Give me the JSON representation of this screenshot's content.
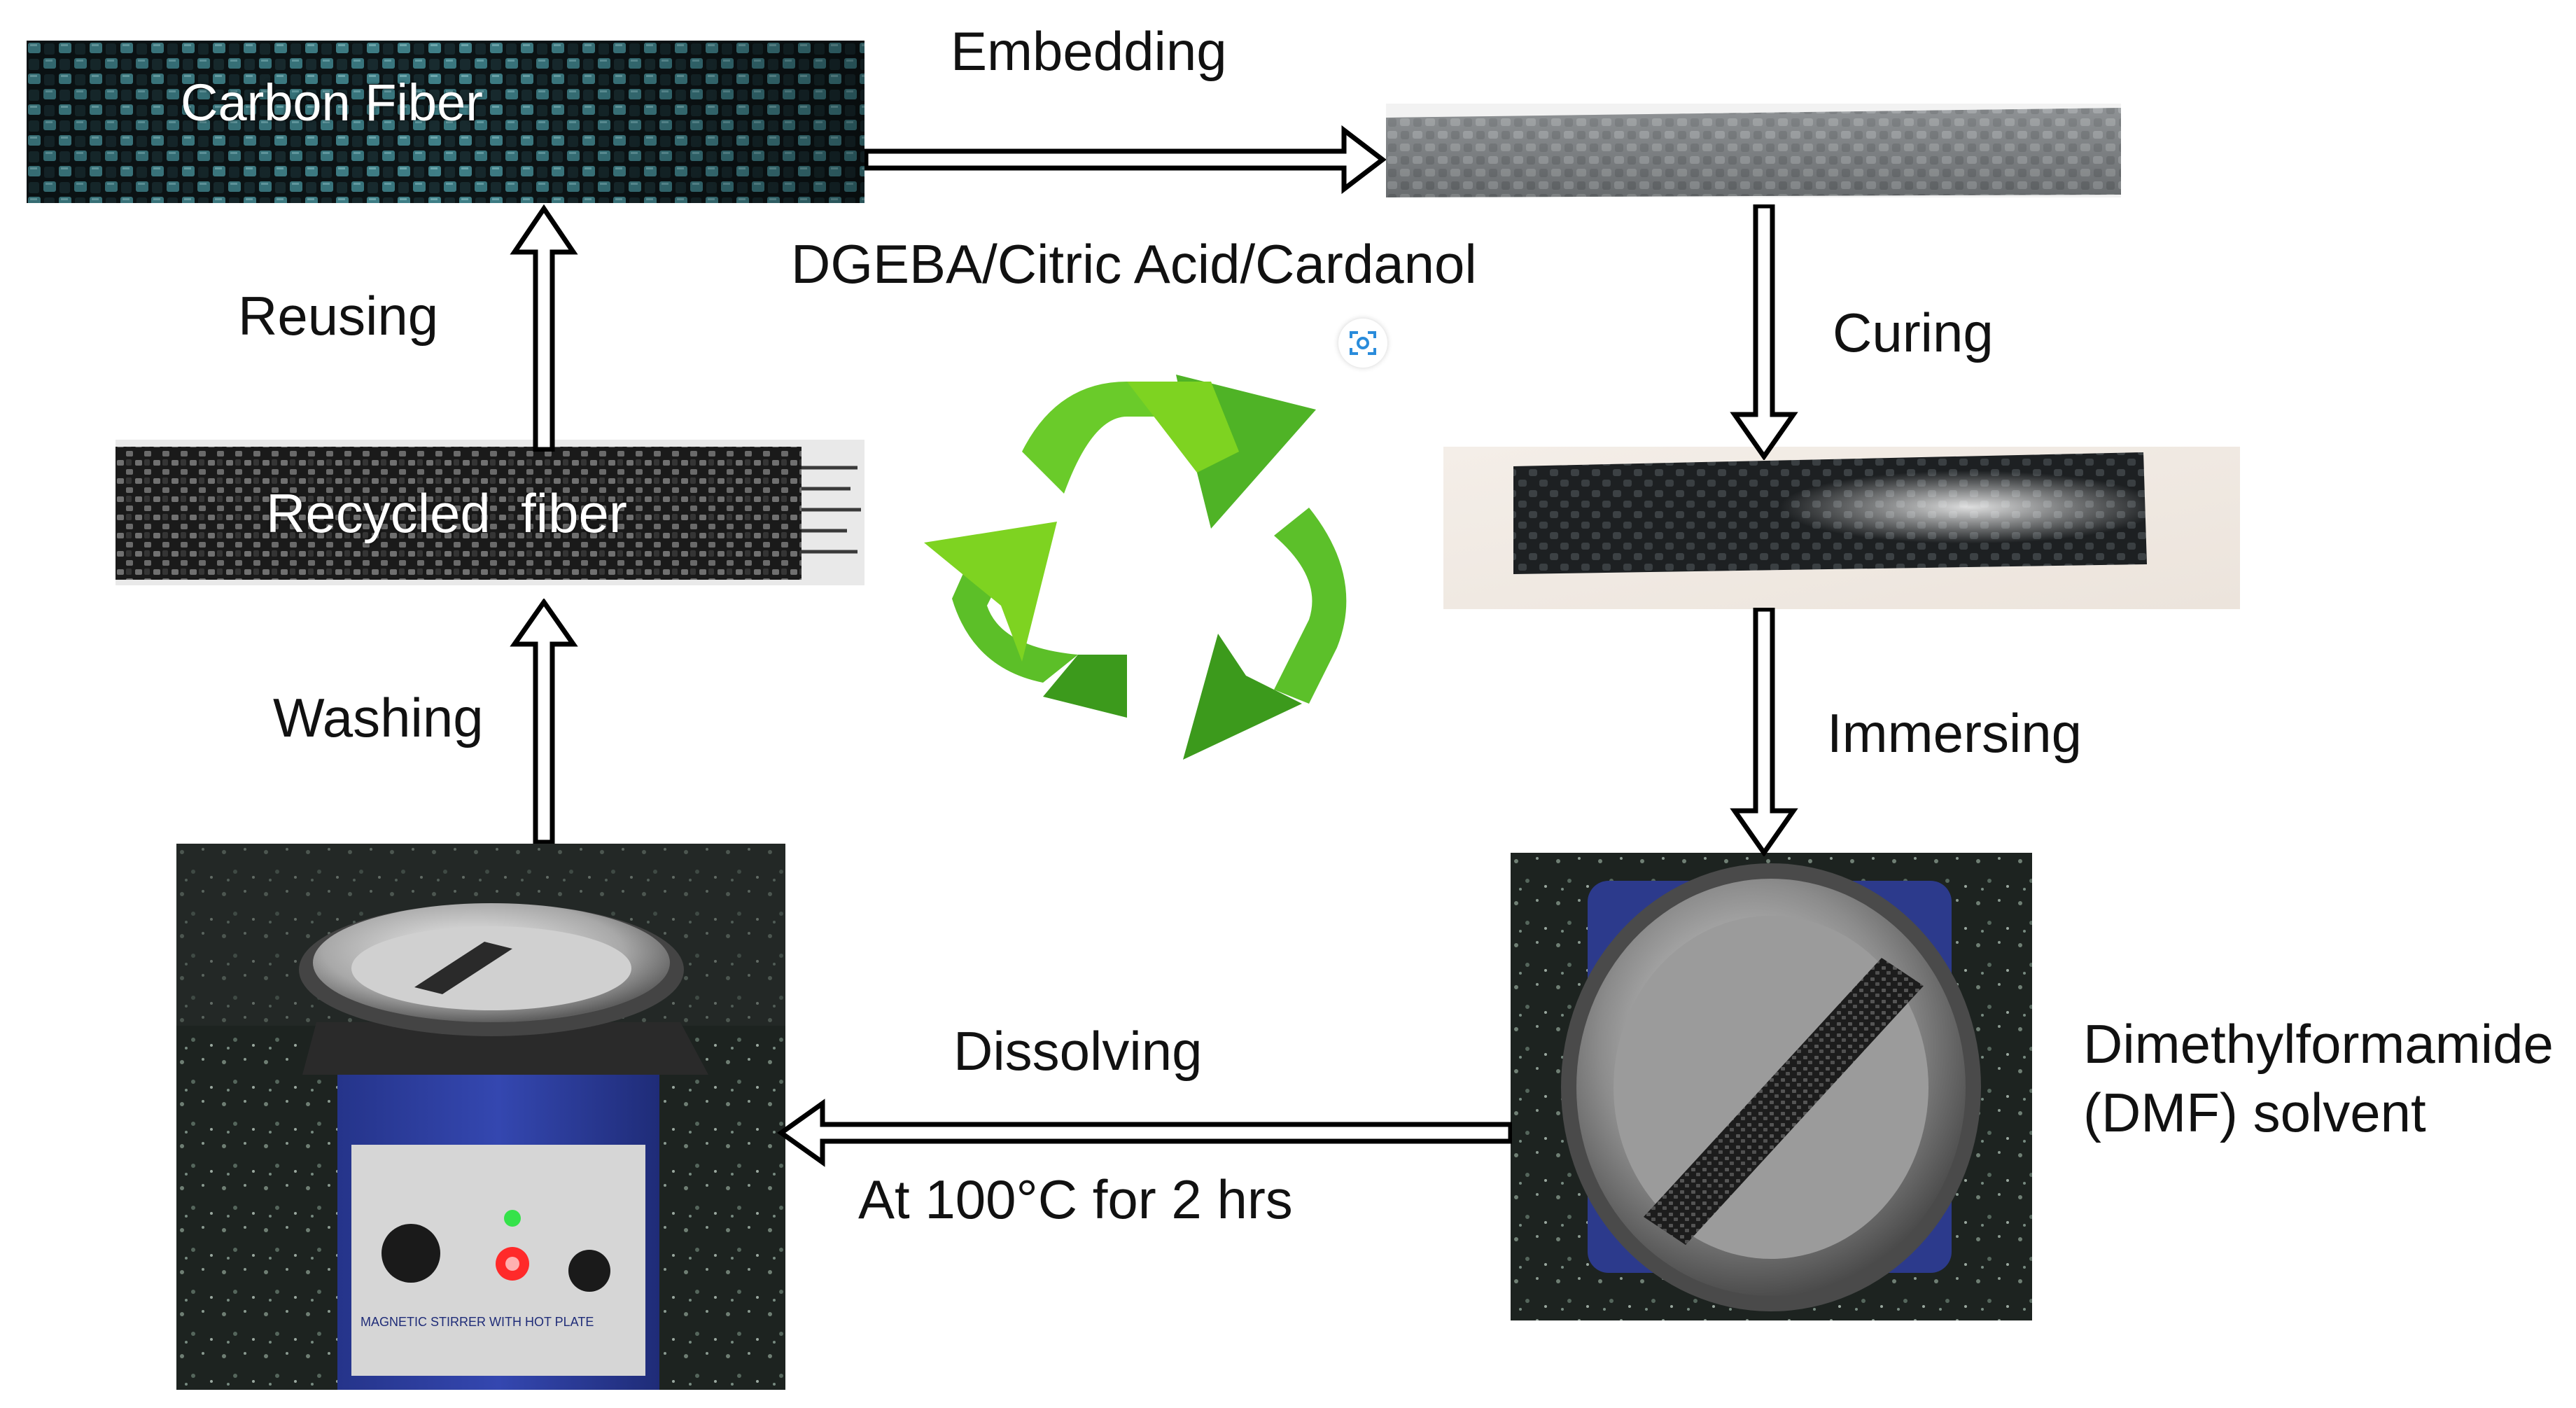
{
  "diagram": {
    "photos": {
      "carbon_fiber": {
        "overlay_label": "Carbon Fiber"
      },
      "recycled_fiber": {
        "overlay_label": "Recycled  fiber"
      }
    },
    "steps": {
      "embedding": "Embedding",
      "matrix": "DGEBA/Citric Acid/Cardanol",
      "curing": "Curing",
      "immersing": "Immersing",
      "solvent_line1": "Dimethylformamide",
      "solvent_line2": "(DMF) solvent",
      "dissolving": "Dissolving",
      "conditions": "At 100°C for 2 hrs",
      "washing": "Washing",
      "reusing": "Reusing"
    },
    "hotplate_panel_text": "MAGNETIC STIRRER WITH HOT PLATE",
    "colors": {
      "recycle_light": "#7ed321",
      "recycle_dark": "#3c9a1c",
      "arrow_outline": "#000000",
      "lamp_red": "#ff2a2a",
      "lamp_green": "#35e24a",
      "hotplate_body": "#2e3d9c"
    },
    "icons": [
      "recycle-icon",
      "lens-icon"
    ]
  }
}
